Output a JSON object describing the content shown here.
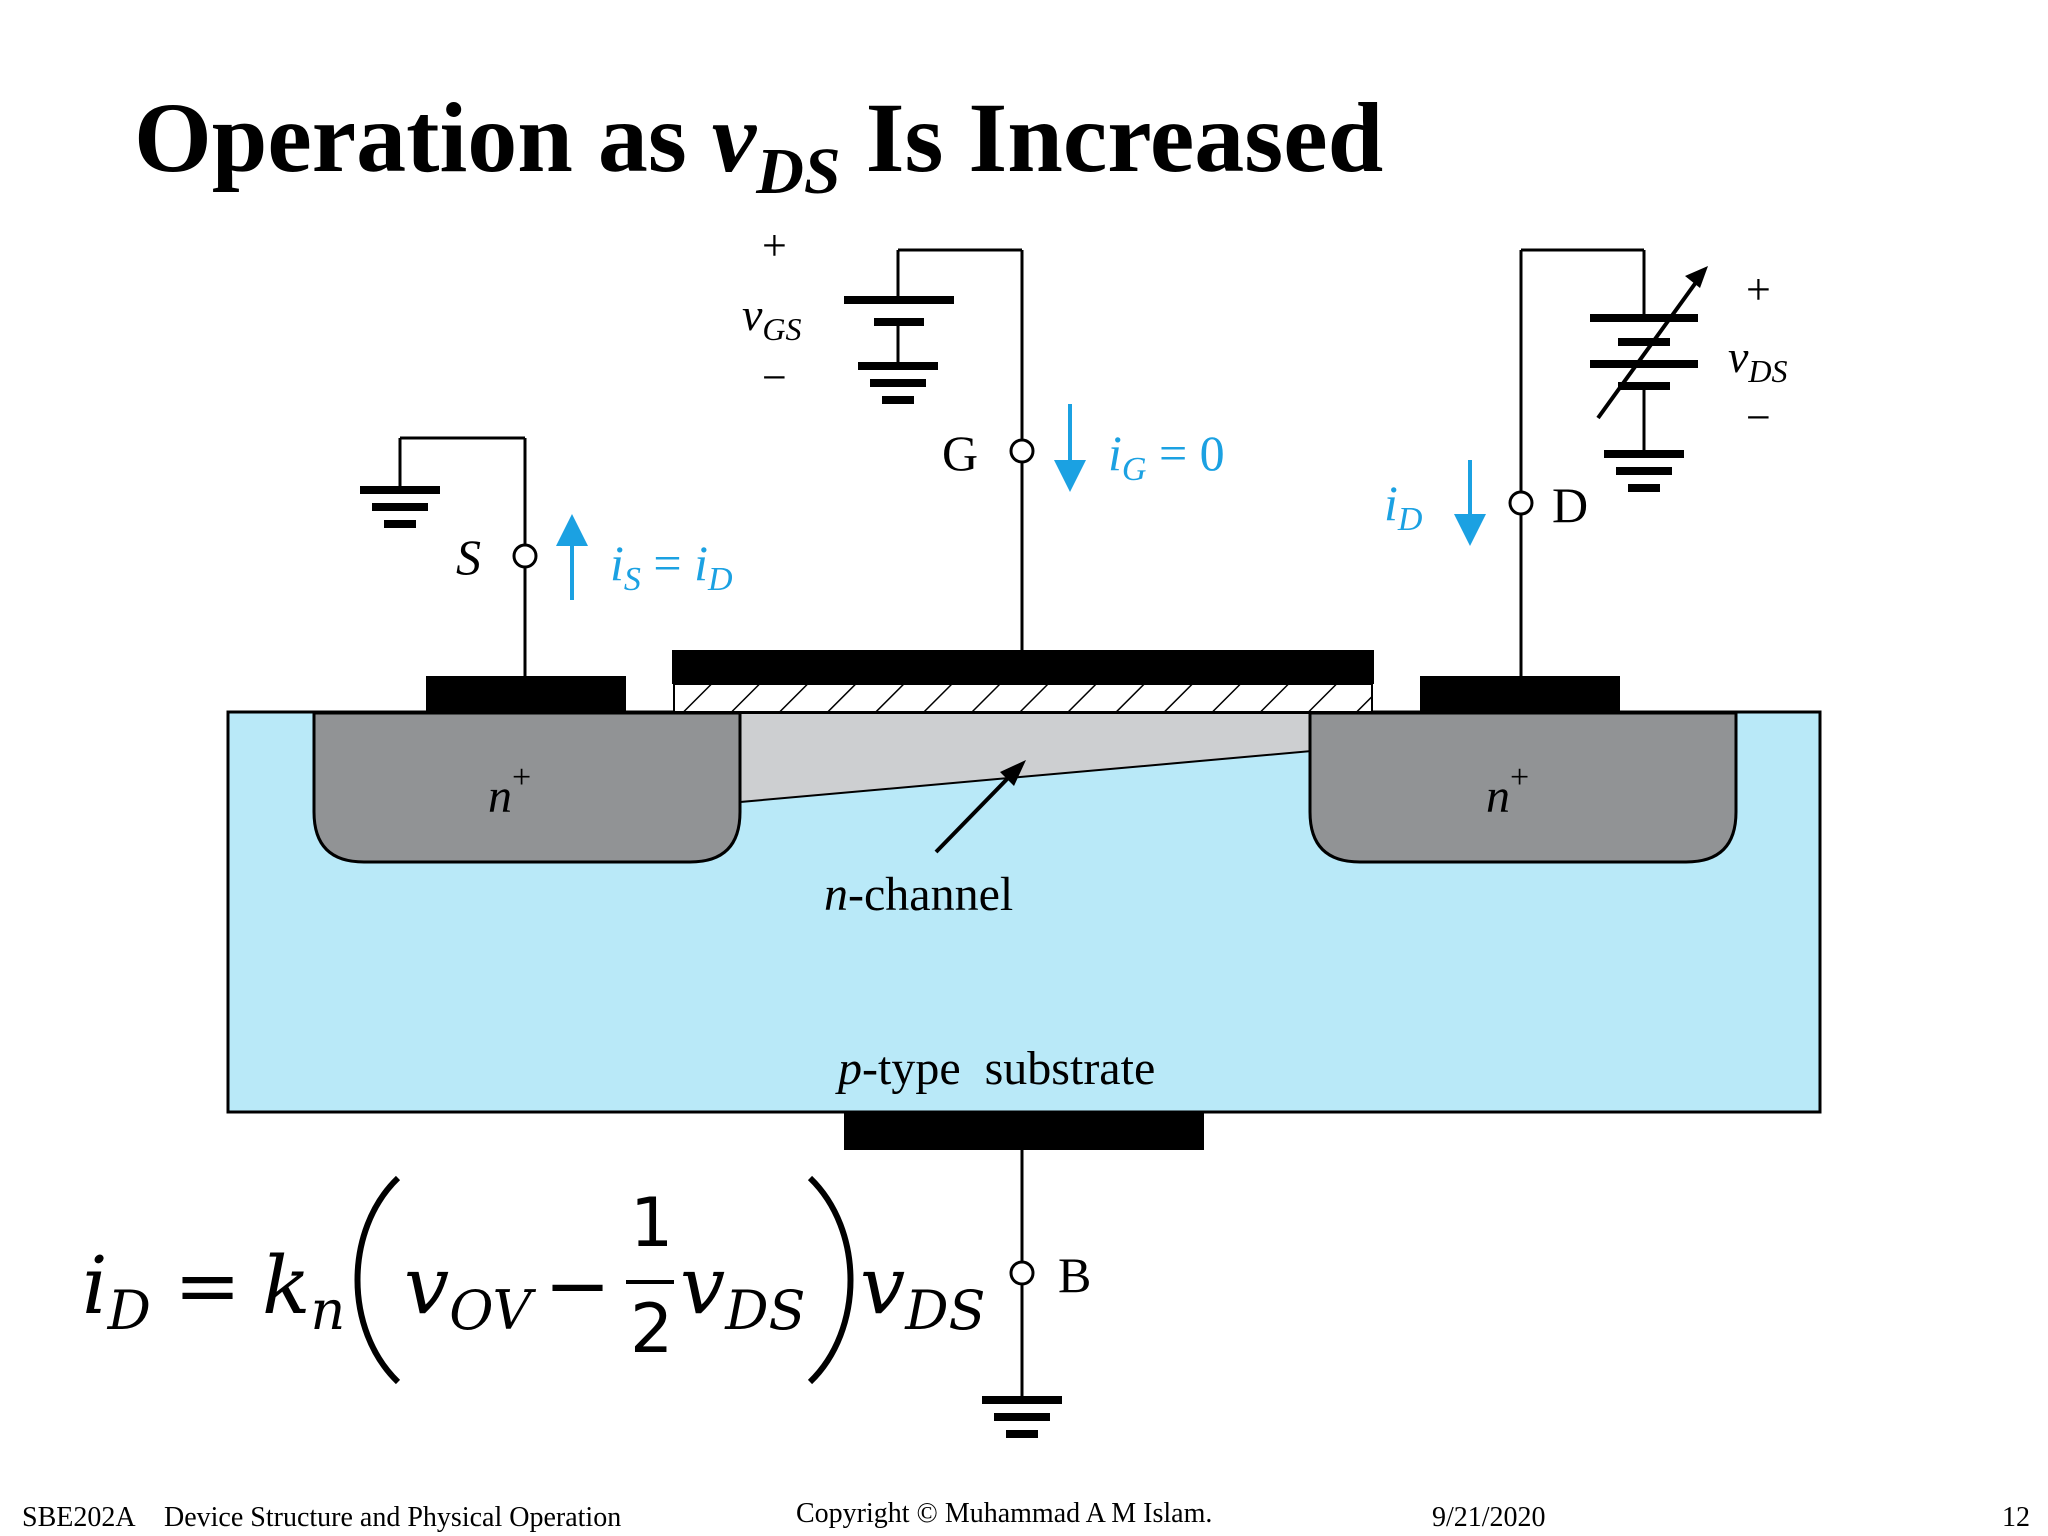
{
  "slide": {
    "title_before": "Operation as ",
    "title_var": "v",
    "title_sub": "DS",
    "title_after": " Is Increased"
  },
  "diagram": {
    "vgs_plus": "+",
    "vgs_label": "v",
    "vgs_sub": "GS",
    "vgs_minus": "−",
    "vds_plus": "+",
    "vds_label": "v",
    "vds_sub": "DS",
    "vds_minus": "−",
    "gate_label": "G",
    "drain_label": "D",
    "source_label": "S",
    "body_label": "B",
    "ig_var": "i",
    "ig_sub": "G",
    "ig_rhs": " = 0",
    "is_var": "i",
    "is_sub": "S",
    "is_mid": " = ",
    "is_var2": "i",
    "is_sub2": "D",
    "id_var": "i",
    "id_sub": "D",
    "n_plus": "n",
    "plus_sup": "+",
    "channel_italic": "n",
    "channel_rest": "-channel",
    "substrate_italic": "p",
    "substrate_rest": "-type  substrate"
  },
  "equation": {
    "lhs_var": "i",
    "lhs_sub": "D",
    "equals": "=",
    "k_var": "k",
    "k_sub": "n",
    "vov_var": "v",
    "vov_sub": "OV",
    "minus": "−",
    "frac_num": "1",
    "frac_den": "2",
    "vds_var": "v",
    "vds_sub": "DS"
  },
  "footer": {
    "course": "SBE202A",
    "topic": "Device Structure and Physical Operation",
    "copyright": "Copyright © Muhammad A M Islam.",
    "date": "9/21/2020",
    "page": "12"
  },
  "colors": {
    "substrate": "#b9e9f8",
    "n_region": "#919395",
    "channel": "#cdcfd1",
    "annotation_blue": "#1ba1e2"
  }
}
